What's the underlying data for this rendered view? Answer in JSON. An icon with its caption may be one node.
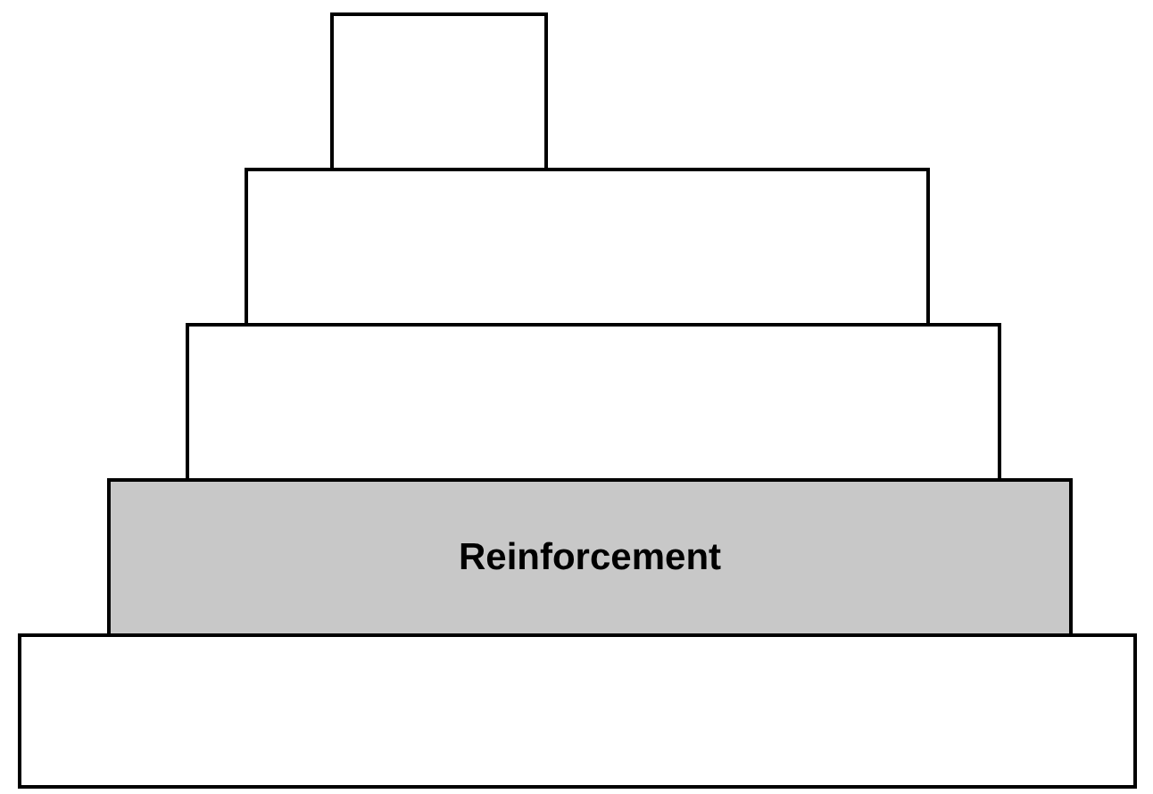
{
  "diagram": {
    "nodes": [
      {
        "text": [],
        "shape": "box"
      },
      {
        "text": [],
        "shape": "box"
      },
      {
        "text": [],
        "shape": "box"
      },
      {
        "text": [
          "Reinforcement"
        ]
      },
      {
        "text": [],
        "shape": "box"
      }
    ]
  }
}
